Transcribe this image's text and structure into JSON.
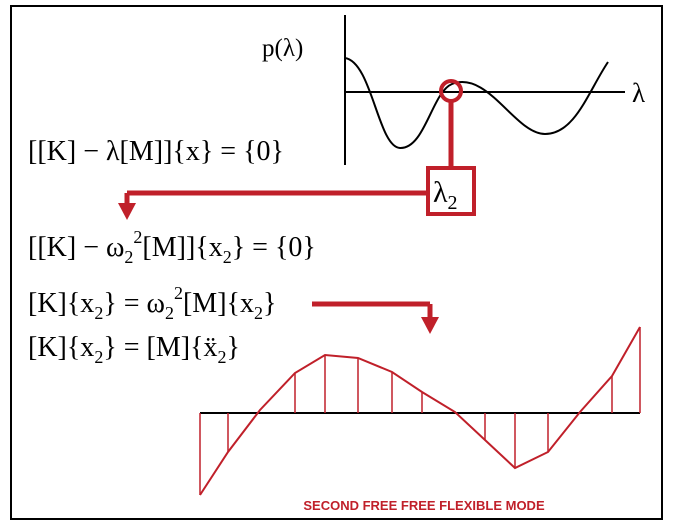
{
  "plot": {
    "y_label": "p(λ)",
    "x_label": "λ"
  },
  "root_label": {
    "symbol": "λ",
    "subscript": "2"
  },
  "equations": {
    "eq1": {
      "a": "[[K] − λ[M]]{x} = {0}"
    },
    "eq2": {
      "a": "[[K] − ω",
      "sub": "2",
      "sup": "2",
      "b": "[M]]{x",
      "sub2": "2",
      "c": "} = {0}"
    },
    "eq3": {
      "a": "[K]{x",
      "sub1": "2",
      "b": "} = ω",
      "sub2": "2",
      "sup": "2",
      "c": "[M]{x",
      "sub3": "2",
      "d": "}"
    },
    "eq4": {
      "a": "[K]{x",
      "sub1": "2",
      "b": "} = [M]{ẍ",
      "sub2": "2",
      "c": "}"
    }
  },
  "caption": "SECOND FREE FREE FLEXIBLE MODE",
  "colors": {
    "accent": "#c0202a",
    "line": "#000000"
  }
}
